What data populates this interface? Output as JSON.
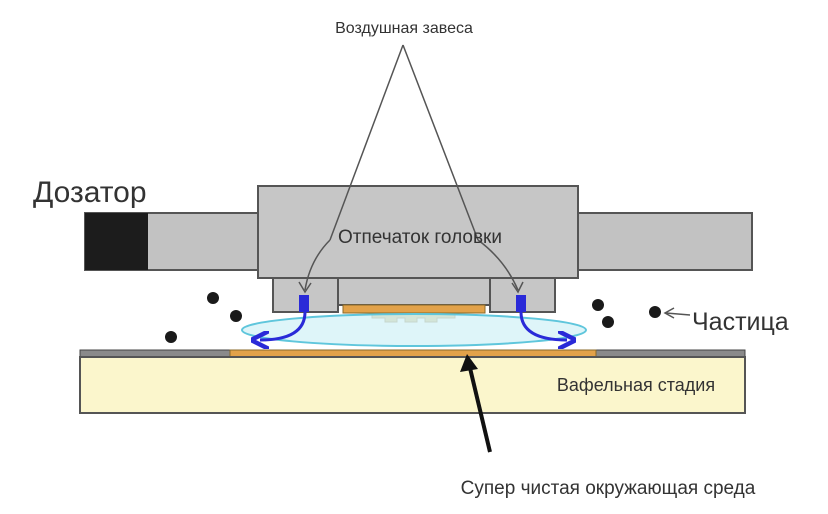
{
  "labels": {
    "air_curtain": "Воздушная завеса",
    "head_print": "Отпечаток головки",
    "dispenser": "Дозатор",
    "particle": "Частица",
    "wafer_stage": "Вафельная стадия",
    "clean_env": "Супер чистая окружающая среда"
  },
  "colors": {
    "gray_body": "#c4c4c4",
    "dark_gray": "#bdbdbd",
    "black_tip": "#1c1c1c",
    "orange": "#e2a24a",
    "cream": "#fbf6cc",
    "air_fill": "#d6f3f8",
    "air_stroke": "#5fc6dc",
    "blue": "#2a2ad8"
  }
}
